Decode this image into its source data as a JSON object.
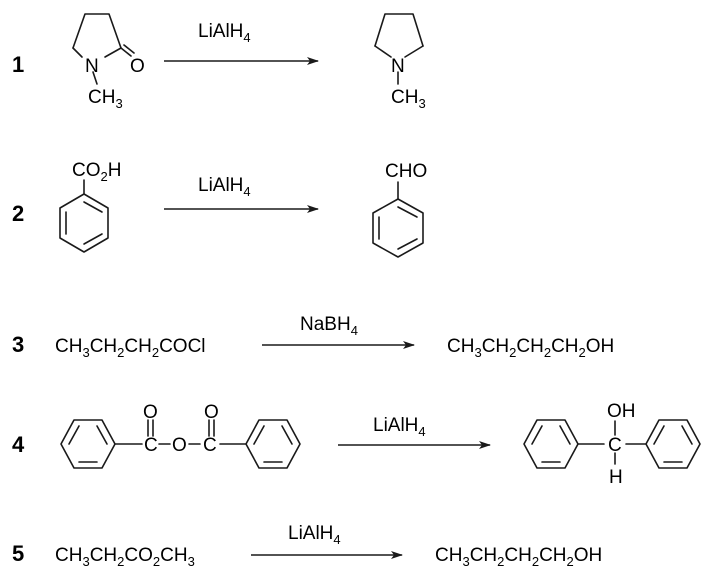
{
  "reactions": [
    {
      "number": "1",
      "reagent": "LiAlH4",
      "reactant": {
        "atoms": [
          "N",
          "O",
          "CH3"
        ]
      },
      "product": {
        "atoms": [
          "N",
          "CH3"
        ]
      }
    },
    {
      "number": "2",
      "reagent": "LiAlH4",
      "reactant": {
        "substituent": "CO2H"
      },
      "product": {
        "substituent": "CHO"
      }
    },
    {
      "number": "3",
      "reagent": "NaBH4",
      "reactant": {
        "formula": "CH3CH2CH2COCl"
      },
      "product": {
        "formula": "CH3CH2CH2CH2OH"
      }
    },
    {
      "number": "4",
      "reagent": "LiAlH4",
      "reactant": {
        "atoms": [
          "O",
          "O",
          "C",
          "O",
          "C"
        ]
      },
      "product": {
        "atoms": [
          "OH",
          "C",
          "H"
        ]
      }
    },
    {
      "number": "5",
      "reagent": "LiAlH4",
      "reactant": {
        "formula": "CH3CH2CO2CH3"
      },
      "product": {
        "formula": "CH3CH2CH2CH2OH"
      }
    }
  ]
}
